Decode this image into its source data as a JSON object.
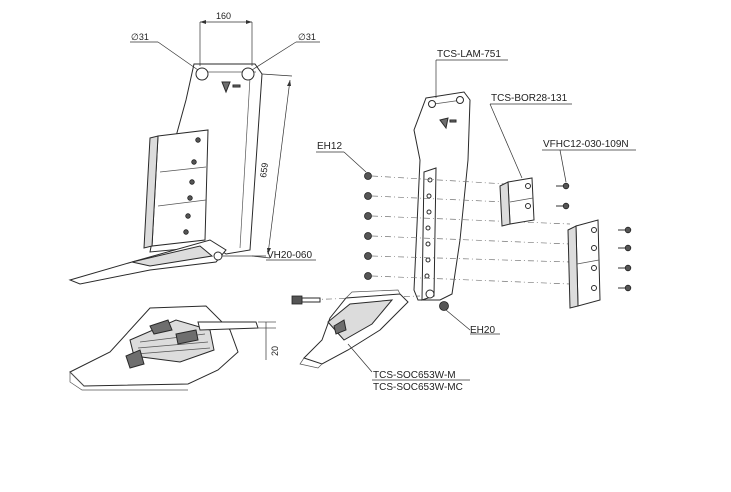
{
  "dimensions": {
    "width_160": "160",
    "diameter_left": "∅31",
    "diameter_right": "∅31",
    "height_659": "659",
    "offset_20": "20"
  },
  "labels": {
    "lam": "TCS-LAM-751",
    "bor": "TCS-BOR28-131",
    "vfhc": "VFHC12-030-109N",
    "eh12": "EH12",
    "vh20": "VH20-060",
    "eh20": "EH20",
    "soc_m": "TCS-SOC653W-M",
    "soc_mc": "TCS-SOC653W-MC"
  }
}
